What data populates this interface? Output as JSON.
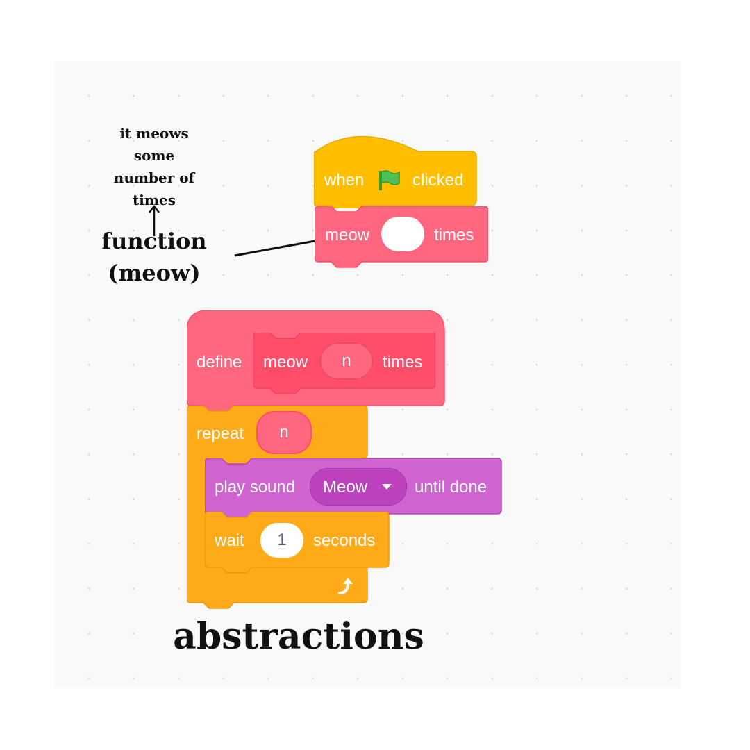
{
  "annotations": {
    "note": [
      "it meows",
      "some",
      "number of",
      "times"
    ],
    "function_label": [
      "function",
      "(meow)"
    ],
    "abstractions": "abstractions"
  },
  "hat_block": {
    "when": "when",
    "flag_icon": "green-flag-icon",
    "clicked": "clicked"
  },
  "call_block": {
    "name": "meow",
    "input_value": "",
    "suffix": "times"
  },
  "define_block": {
    "define": "define",
    "name": "meow",
    "param": "n",
    "suffix": "times"
  },
  "repeat_block": {
    "label": "repeat",
    "count": "n",
    "loop_icon": "loop-arrow-icon"
  },
  "sound_block": {
    "label": "play sound",
    "sound": "Meow",
    "suffix": "until done"
  },
  "wait_block": {
    "label": "wait",
    "value": "1",
    "suffix": "seconds"
  },
  "colors": {
    "events": "#ffbf00",
    "events_dark": "#e6ac00",
    "custom": "#ff6680",
    "custom_dark": "#ff4d6a",
    "control": "#ffab19",
    "control_dark": "#e89a14",
    "sound": "#cf63cf",
    "sound_dark": "#bd42bd"
  }
}
